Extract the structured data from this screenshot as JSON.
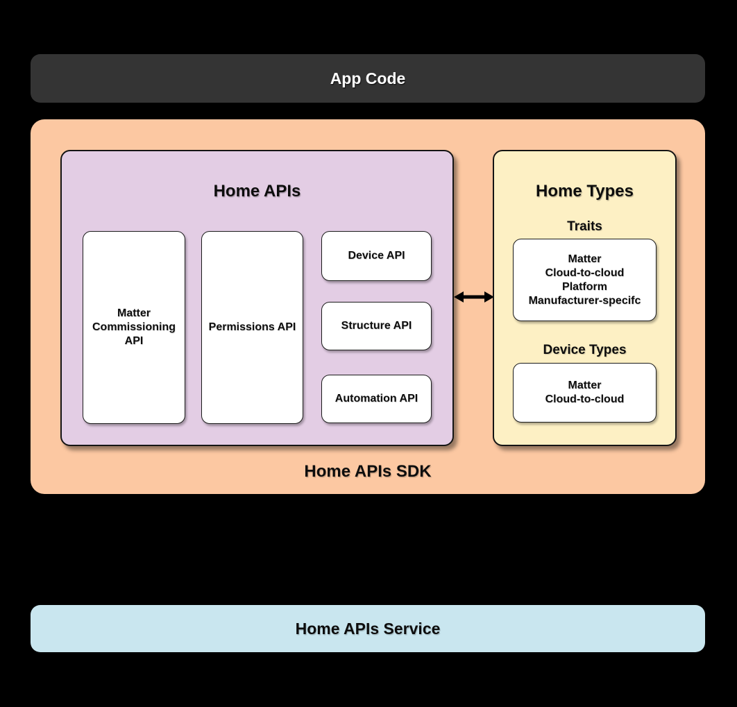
{
  "colors": {
    "background": "#000000",
    "app_code_bg": "#343434",
    "sdk_bg": "#FCC8A2",
    "home_apis_bg": "#E3CDE4",
    "home_types_bg": "#FDF0C4",
    "service_bg": "#C9E6EF",
    "leaf_box_bg": "#FFFFFF",
    "text_dark": "#0D0D0D",
    "text_light": "#FFFFFF"
  },
  "app_code": {
    "label": "App Code"
  },
  "sdk": {
    "label": "Home APIs SDK",
    "home_apis": {
      "title": "Home APIs",
      "matter_commissioning": {
        "lines": [
          "Matter",
          "Commissioning",
          "API"
        ]
      },
      "permissions": {
        "label": "Permissions API"
      },
      "device": {
        "label": "Device API"
      },
      "structure": {
        "label": "Structure API"
      },
      "automation": {
        "label": "Automation API"
      }
    },
    "home_types": {
      "title": "Home Types",
      "traits_heading": "Traits",
      "traits": {
        "lines": [
          "Matter",
          "Cloud-to-cloud",
          "Platform",
          "Manufacturer-specifc"
        ]
      },
      "device_types_heading": "Device Types",
      "device_types": {
        "lines": [
          "Matter",
          "Cloud-to-cloud"
        ]
      }
    }
  },
  "service": {
    "label": "Home APIs Service"
  }
}
